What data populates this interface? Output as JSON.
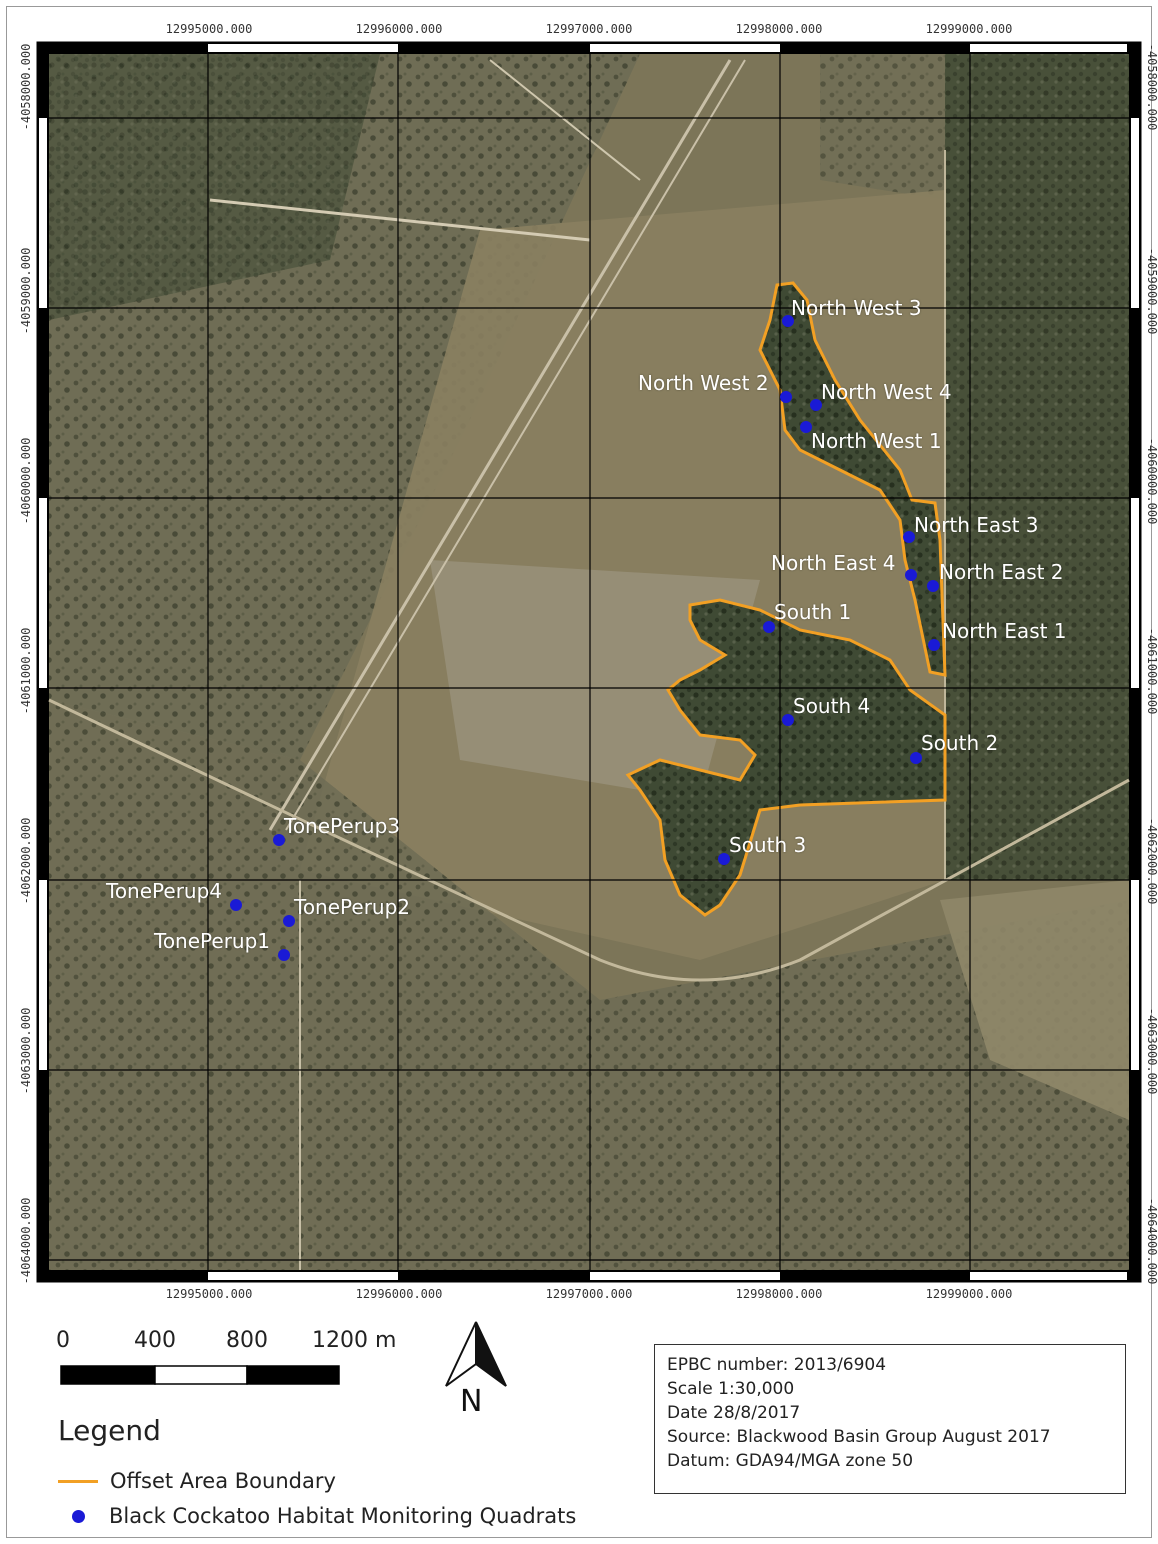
{
  "map": {
    "grid_x_labels": [
      "12995000.000",
      "12996000.000",
      "12997000.000",
      "12998000.000",
      "12999000.000"
    ],
    "grid_y_labels": [
      "-4058000.000",
      "-4059000.000",
      "-4060000.000",
      "-4061000.000",
      "-4062000.000",
      "-4063000.000",
      "-4064000.000"
    ],
    "colors": {
      "boundary": "#f2a024",
      "quadrat": "#1a1ad6",
      "label": "#ffffff"
    },
    "quadrats": [
      {
        "name": "North West 3"
      },
      {
        "name": "North West 2"
      },
      {
        "name": "North West 4"
      },
      {
        "name": "North West 1"
      },
      {
        "name": "North East 3"
      },
      {
        "name": "North East 4"
      },
      {
        "name": "North East 2"
      },
      {
        "name": "North East 1"
      },
      {
        "name": "South 1"
      },
      {
        "name": "South 4"
      },
      {
        "name": "South 2"
      },
      {
        "name": "South 3"
      },
      {
        "name": "TonePerup3"
      },
      {
        "name": "TonePerup4"
      },
      {
        "name": "TonePerup2"
      },
      {
        "name": "TonePerup1"
      }
    ]
  },
  "scale_bar": {
    "labels": [
      "0",
      "400",
      "800",
      "1200 m"
    ]
  },
  "north_arrow": {
    "label": "N"
  },
  "legend": {
    "title": "Legend",
    "items": [
      {
        "label": "Offset Area Boundary",
        "symbol": "line"
      },
      {
        "label": "Black Cockatoo Habitat Monitoring Quadrats",
        "symbol": "dot"
      }
    ]
  },
  "info": {
    "lines": [
      "EPBC number: 2013/6904",
      "Scale 1:30,000",
      "Date 28/8/2017",
      "Source: Blackwood Basin Group August 2017",
      "Datum: GDA94/MGA zone 50"
    ]
  }
}
